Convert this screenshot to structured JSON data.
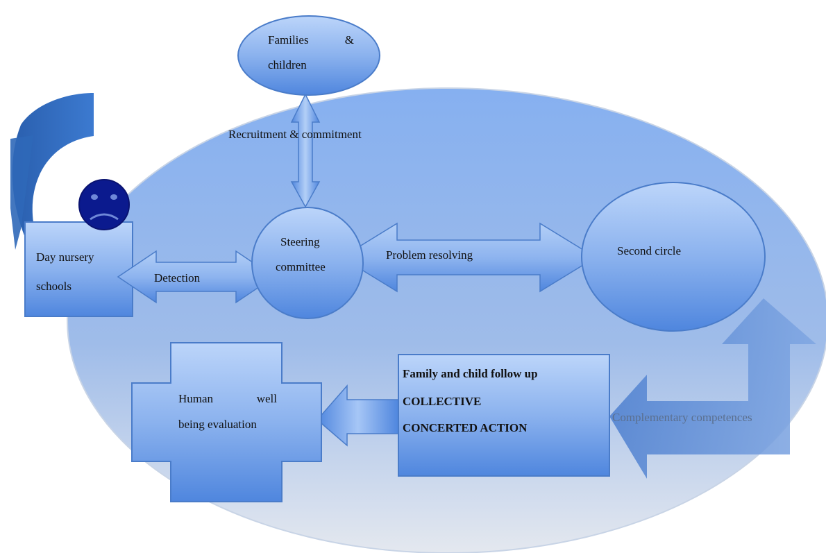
{
  "nodes": {
    "families_line1_a": "Families",
    "families_line1_b": "&",
    "families_line2": "children",
    "steering_line1": "Steering",
    "steering_line2": "committee",
    "day_nursery_line1": "Day nursery",
    "day_nursery_line2": "schools",
    "second_circle": "Second circle",
    "follow_up_line1": "Family and child follow up",
    "follow_up_line2": "COLLECTIVE",
    "follow_up_line3": "CONCERTED ACTION",
    "wellbeing_line1_a": "Human",
    "wellbeing_line1_b": "well",
    "wellbeing_line2": "being evaluation"
  },
  "edges": {
    "recruitment": "Recruitment & commitment",
    "detection": "Detection",
    "problem_resolving": "Problem resolving",
    "complementary": "Complementary competences"
  },
  "colors": {
    "shape_light": "#a9c8f5",
    "shape_dark": "#3f78d6",
    "stroke": "#4a7cc9",
    "background_ellipse": "#7aa6ea",
    "face": "#0a1a8c",
    "curl": "#2a60b0"
  }
}
